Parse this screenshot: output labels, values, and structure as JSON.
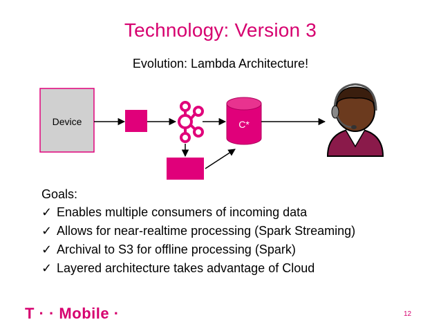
{
  "slide": {
    "title": "Technology: Version 3",
    "subtitle": "Evolution: Lambda Architecture!",
    "page_number": "12"
  },
  "diagram": {
    "device_label": "Device",
    "database_label": "C*",
    "message_broker_icon": "kafka-icon",
    "operator_icon": "headset-person-icon",
    "colors": {
      "accent": "#e0007a",
      "device_fill": "#d0d0d0",
      "device_border": "#e0007a",
      "operator_face": "#7a4a2a",
      "operator_shirt": "#8a1a4a"
    }
  },
  "goals": {
    "heading": "Goals:",
    "items": [
      "Enables multiple consumers of incoming data",
      "Allows for near-realtime processing (Spark Streaming)",
      "Archival to S3 for offline processing (Spark)",
      "Layered architecture takes advantage of Cloud"
    ],
    "bullet_icon": "checkmark-icon"
  },
  "brand": {
    "logo_text": "T · · Mobile ·",
    "color": "#d6006f"
  }
}
